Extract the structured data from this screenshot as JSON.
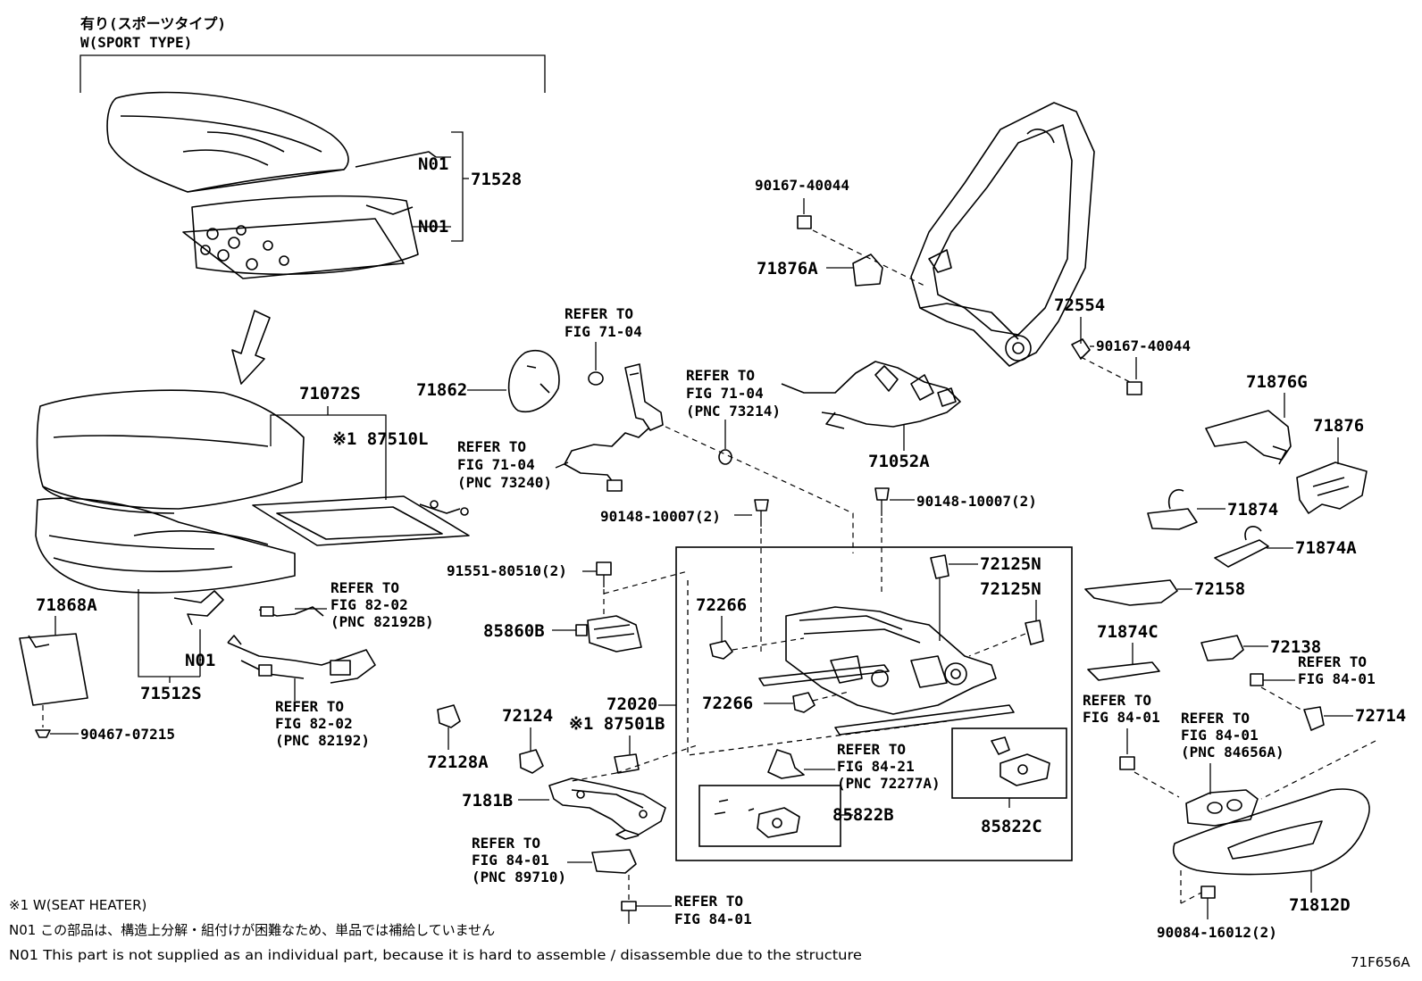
{
  "header": {
    "jp": "有り(スポーツタイプ)",
    "en": "W(SPORT TYPE)"
  },
  "labels": {
    "p71528": "71528",
    "n01_a": "N01",
    "n01_b": "N01",
    "n01_c": "N01",
    "p71072s": "71072S",
    "p87510l": "※1 87510L",
    "p71868a": "71868A",
    "p71512s": "71512S",
    "p90467": "90467-07215",
    "p71862": "71862",
    "p90167_a": "90167-40044",
    "p90167_b": "90167-40044",
    "p71876a": "71876A",
    "p72554": "72554",
    "p71052a": "71052A",
    "p90148_a": "90148-10007(2)",
    "p90148_b": "90148-10007(2)",
    "p91551": "91551-80510(2)",
    "p85860b": "85860B",
    "p72266_a": "72266",
    "p72266_b": "72266",
    "p72125n_a": "72125N",
    "p72125n_b": "72125N",
    "p72020": "72020",
    "p87501b": "※1 87501B",
    "p72124": "72124",
    "p72128a": "72128A",
    "p7181b": "7181B",
    "p85822b": "85822B",
    "p85822c": "85822C",
    "p71876g": "71876G",
    "p71876": "71876",
    "p71874": "71874",
    "p71874a": "71874A",
    "p72158": "72158",
    "p71874c": "71874C",
    "p72138": "72138",
    "p72714": "72714",
    "p71812d": "71812D",
    "p90084": "90084-16012(2)"
  },
  "refs": {
    "r1": [
      "REFER TO",
      "FIG 71-04"
    ],
    "r2": [
      "REFER TO",
      "FIG 71-04",
      "(PNC 73214)"
    ],
    "r3": [
      "REFER TO",
      "FIG 71-04",
      "(PNC 73240)"
    ],
    "r4": [
      "REFER TO",
      "FIG 82-02",
      "(PNC 82192B)"
    ],
    "r5": [
      "REFER TO",
      "FIG 82-02",
      "(PNC 82192)"
    ],
    "r6": [
      "REFER TO",
      "FIG 84-21",
      "(PNC 72277A)"
    ],
    "r7": [
      "REFER TO",
      "FIG 84-01",
      "(PNC 89710)"
    ],
    "r8": [
      "REFER TO",
      "FIG 84-01"
    ],
    "r9": [
      "REFER TO",
      "FIG 84-01"
    ],
    "r10": [
      "REFER TO",
      "FIG 84-01"
    ],
    "r11": [
      "REFER TO",
      "FIG 84-01",
      "(PNC 84656A)"
    ]
  },
  "notes": {
    "n1": "※1 W(SEAT HEATER)",
    "n2": "N01 この部品は、構造上分解・組付けが困難なため、単品では補給していません",
    "n3": "N01 This part is not supplied as an individual part, because it is hard to assemble / disassemble due to the structure"
  },
  "figure_id": "71F656A"
}
